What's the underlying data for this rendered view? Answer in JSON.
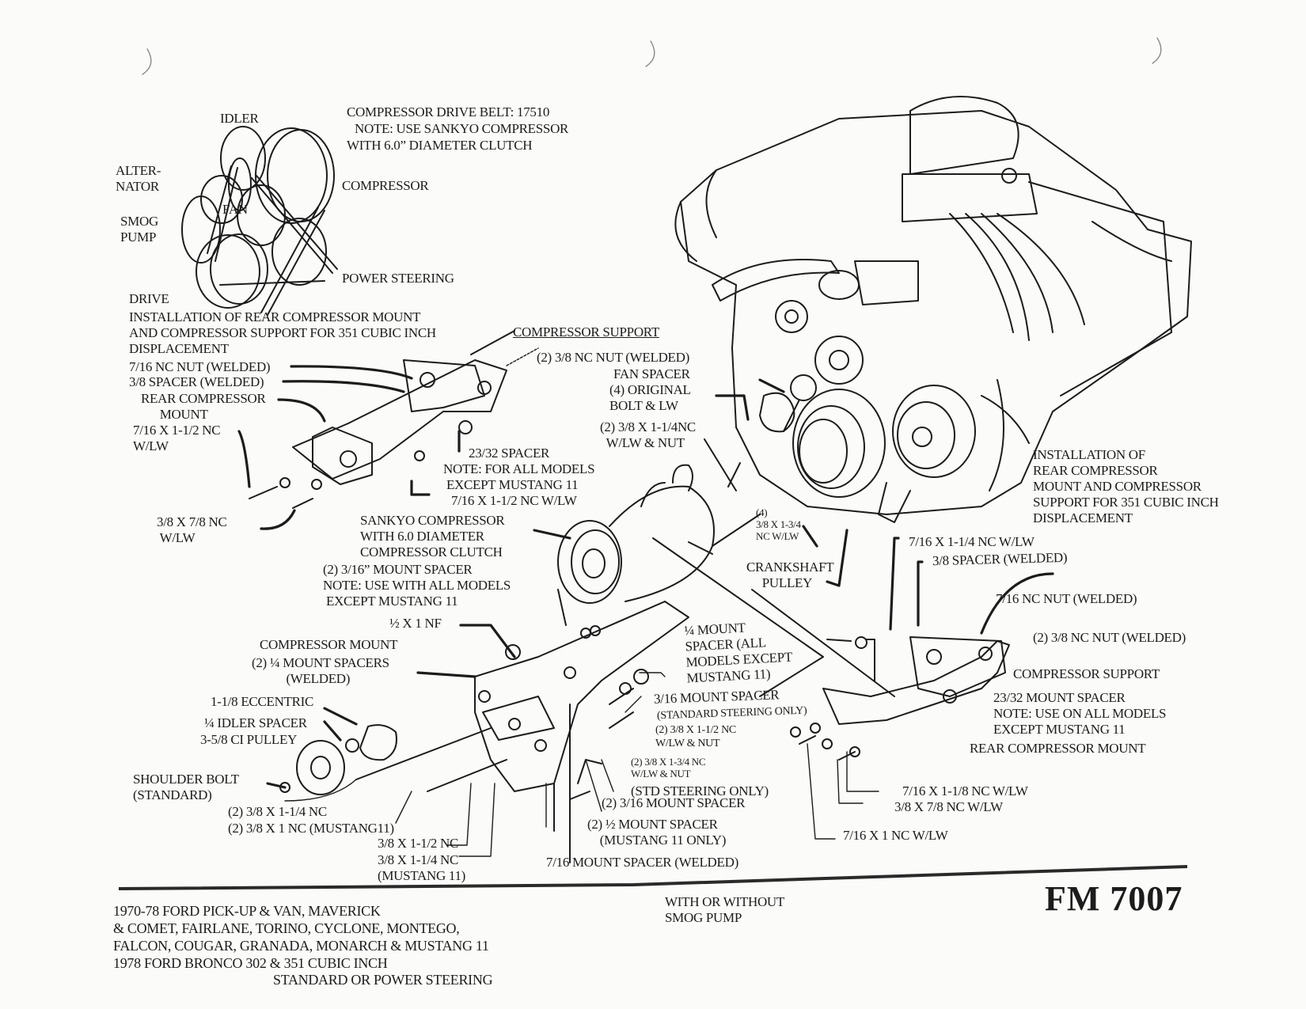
{
  "belt_diagram": {
    "labels": {
      "idler": "IDLER",
      "alternator": "ALTER-\nNATOR",
      "fan": "FAN",
      "smog_pump": "SMOG\nPUMP",
      "compressor": "COMPRESSOR",
      "power_steering": "POWER STEERING",
      "drive": "DRIVE"
    },
    "belt_note": {
      "line1": "COMPRESSOR DRIVE BELT: 17510",
      "line2": "NOTE: USE SANKYO COMPRESSOR",
      "line3": "WITH 6.0” DIAMETER CLUTCH"
    }
  },
  "rear_mount_left": {
    "heading": "INSTALLATION OF REAR COMPRESSOR MOUNT\nAND COMPRESSOR SUPPORT FOR 351 CUBIC INCH\nDISPLACEMENT",
    "labels": [
      "7/16 NC NUT (WELDED)",
      "3/8 SPACER (WELDED)",
      "REAR COMPRESSOR\n      MOUNT",
      "7/16 X 1-1/2 NC\nW/LW",
      "3/8 X 7/8 NC\n W/LW",
      "COMPRESSOR SUPPORT",
      "23/32 SPACER",
      "NOTE: FOR ALL MODELS\n EXCEPT MUSTANG 11",
      "7/16 X 1-1/2 NC W/LW"
    ]
  },
  "engine_labels": [
    "(2) 3/8 NC NUT (WELDED)",
    "FAN SPACER",
    "(4) ORIGINAL\nBOLT & LW",
    "(2) 3/8 X 1-1/4NC\n  W/LW & NUT",
    "(4)\n3/8 X 1-3/4\nNC W/LW",
    "CRANKSHAFT\n     PULLEY"
  ],
  "compressor_labels": [
    "SANKYO COMPRESSOR\nWITH 6.0 DIAMETER\nCOMPRESSOR CLUTCH",
    "(2) 3/16” MOUNT SPACER\nNOTE: USE WITH ALL MODELS\n EXCEPT MUSTANG 11"
  ],
  "rear_mount_right": {
    "heading": "INSTALLATION OF\nREAR COMPRESSOR\nMOUNT AND COMPRESSOR\nSUPPORT FOR 351 CUBIC INCH\nDISPLACEMENT",
    "labels": [
      "7/16 X 1-1/4 NC W/LW",
      "3/8 SPACER (WELDED)",
      "7/16 NC NUT (WELDED)",
      "(2) 3/8 NC NUT (WELDED)",
      "COMPRESSOR SUPPORT",
      "23/32 MOUNT SPACER\nNOTE: USE ON ALL MODELS\nEXCEPT MUSTANG 11",
      "REAR COMPRESSOR MOUNT",
      "7/16 X 1-1/8 NC W/LW",
      "3/8 X 7/8 NC W/LW",
      "7/16 X 1 NC W/LW"
    ]
  },
  "front_mount_labels": [
    "½ X 1 NF",
    "COMPRESSOR MOUNT",
    "(2) ¼ MOUNT SPACERS\n           (WELDED)",
    "1-1/8 ECCENTRIC",
    "¼ IDLER SPACER",
    "3-5/8 CI PULLEY",
    "SHOULDER BOLT\n(STANDARD)",
    "(2) 3/8 X 1-1/4 NC",
    "(2) 3/8 X 1 NC (MUSTANG11)",
    "3/8 X 1-1/2 NC",
    "3/8 X 1-1/4 NC\n(MUSTANG 11)",
    "¼ MOUNT\nSPACER (ALL\nMODELS EXCEPT\nMUSTANG 11)",
    "3/16 MOUNT SPACER",
    "(STANDARD STEERING ONLY)",
    "(2) 3/8 X 1-1/2 NC\nW/LW & NUT",
    "(2) 3/8 X 1-3/4 NC\nW/LW & NUT",
    "(STD STEERING ONLY)",
    "(2) 3/16 MOUNT SPACER",
    "(2) ½ MOUNT SPACER\n    (MUSTANG 11 ONLY)",
    "7/16 MOUNT SPACER (WELDED)"
  ],
  "footer": {
    "applications": "1970-78 FORD PICK-UP & VAN, MAVERICK\n& COMET, FAIRLANE, TORINO, CYCLONE, MONTEGO,\nFALCON, COUGAR, GRANADA, MONARCH & MUSTANG 11\n1978 FORD BRONCO 302 & 351 CUBIC INCH",
    "steering": "STANDARD OR POWER STEERING",
    "smog": "WITH OR WITHOUT\nSMOG PUMP",
    "part_number": "FM 7007"
  }
}
